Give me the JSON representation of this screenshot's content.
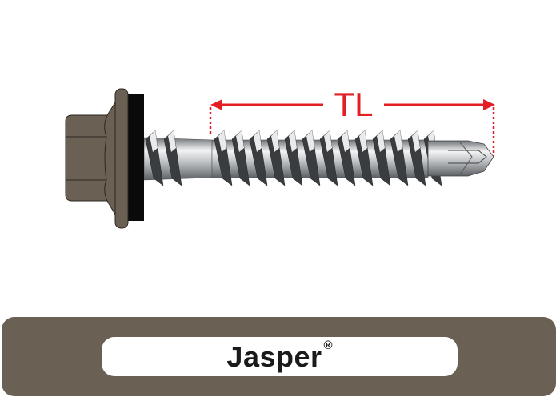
{
  "dimension_label": "TL",
  "product": {
    "name": "Jasper",
    "trademark": "®"
  },
  "colors": {
    "head": "#6b6054",
    "washer": "#0a0a0a",
    "dimension": "#e31e24",
    "banner": "#6b6054",
    "steel": "#b8bcc0"
  },
  "icons": {
    "screw": "hex-head-self-drilling-screw",
    "dimension": "dimension-arrow"
  }
}
